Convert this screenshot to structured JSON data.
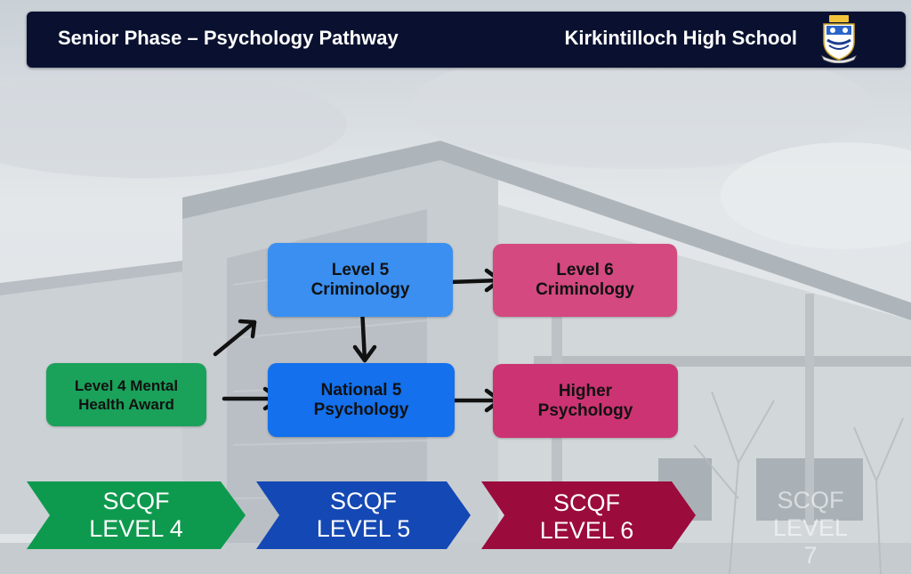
{
  "header": {
    "title": "Senior Phase – Psychology Pathway",
    "school": "Kirkintilloch High School",
    "crest_icon": "school-crest-icon"
  },
  "boxes": {
    "level4_mental_health": "Level 4 Mental\nHealth Award",
    "level5_criminology": "Level 5\nCriminology",
    "national5_psychology": "National 5\nPsychology",
    "level6_criminology": "Level 6\nCriminology",
    "higher_psychology": "Higher\nPsychology"
  },
  "levels": {
    "level4": "SCQF\nLEVEL 4",
    "level5": "SCQF\nLEVEL 5",
    "level6": "SCQF\nLEVEL 6",
    "level7": "SCQF\nLEVEL 7"
  },
  "colors": {
    "header_bg": "#0a1130",
    "level4_green": "#0e9a4e",
    "level5_blue": "#1448b4",
    "level6_maroon": "#9b0b3c",
    "box_l4": "#1aa15a",
    "box_l5_criminology": "#3a8ff0",
    "box_n5_psychology": "#1470ec",
    "box_l6_criminology": "#d34980",
    "box_higher_psychology": "#cc3372"
  }
}
